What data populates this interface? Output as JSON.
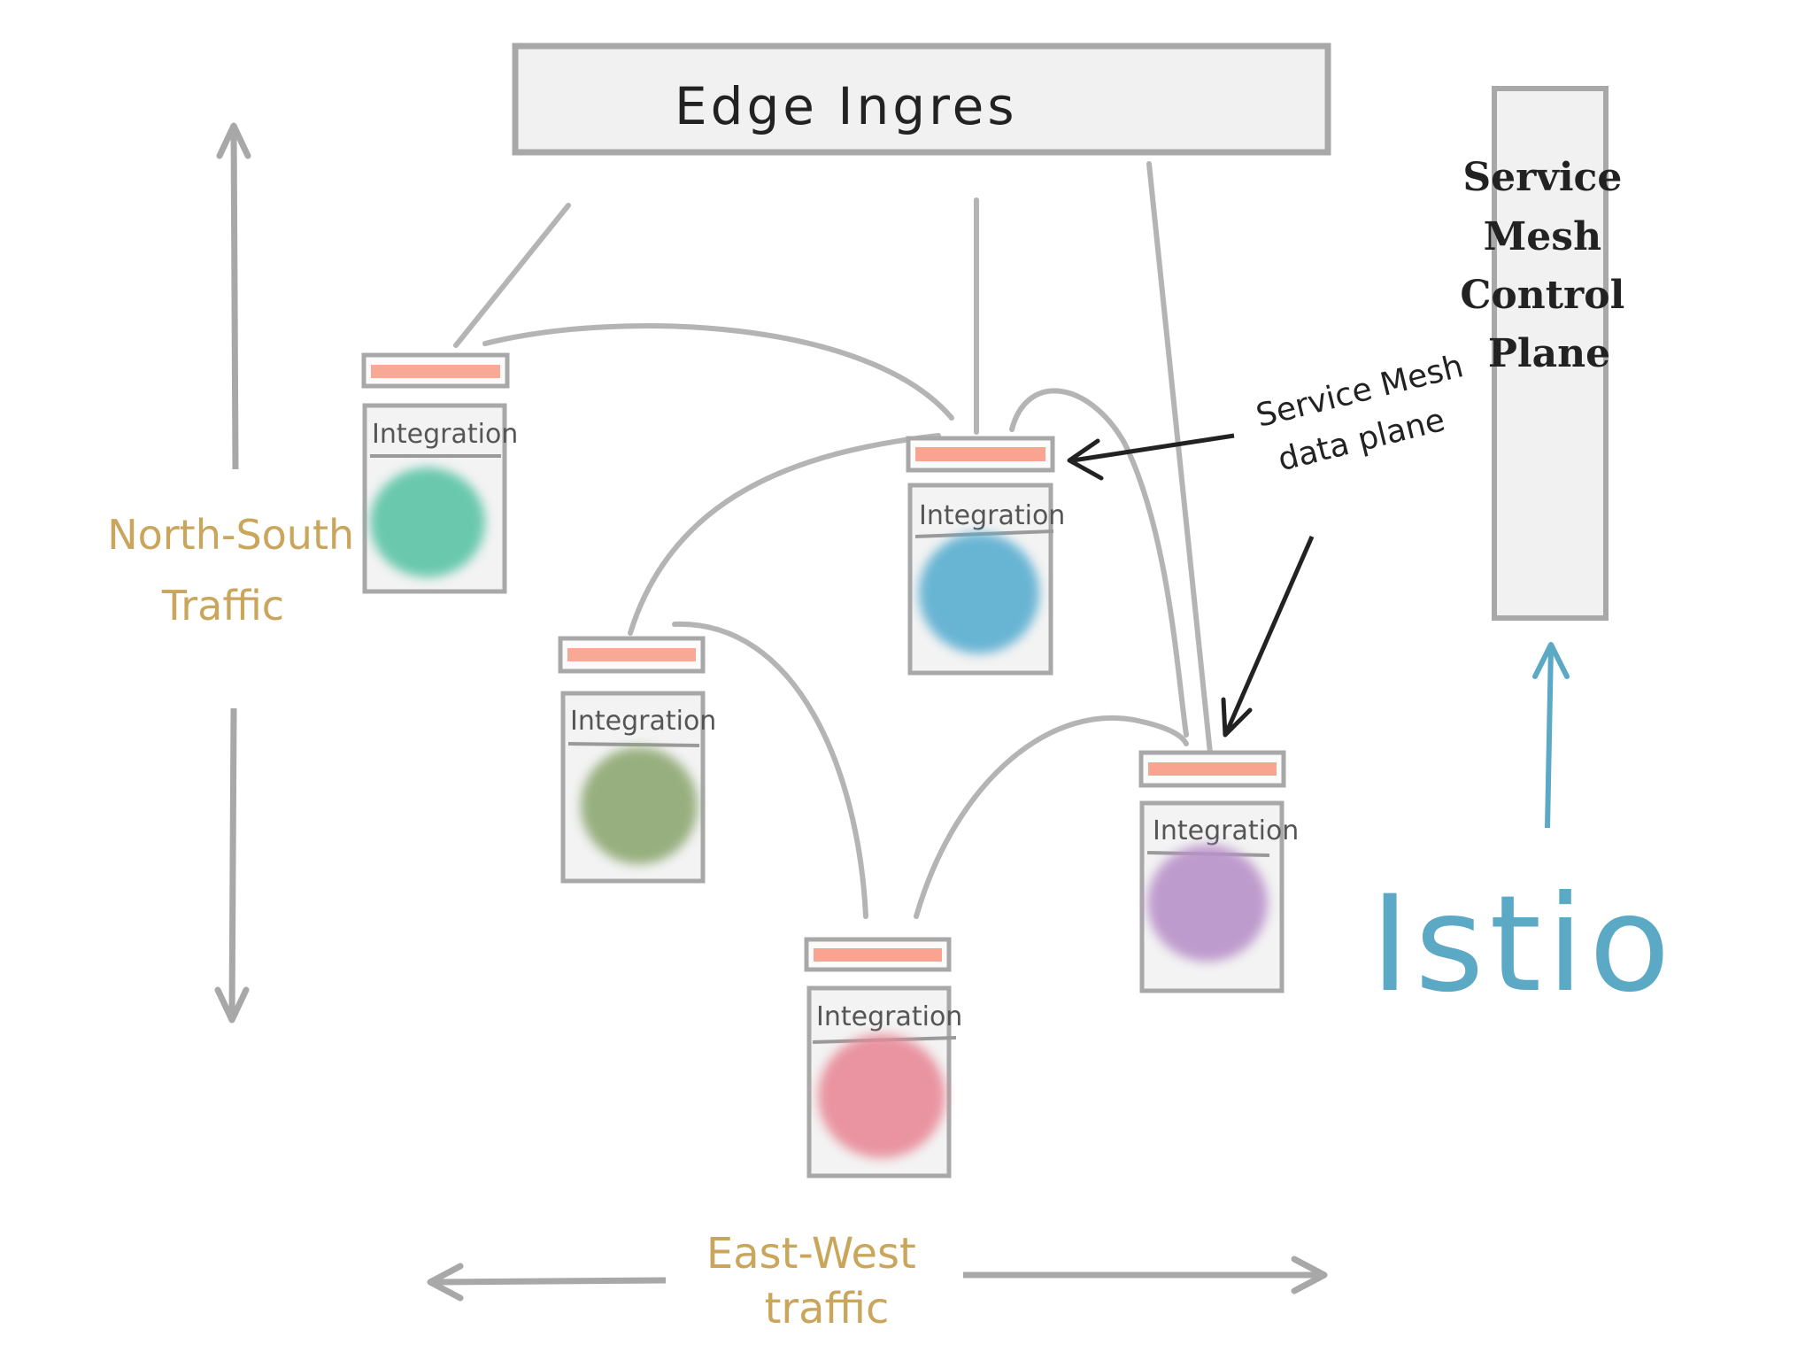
{
  "edge_ingress": {
    "label": "Edge Ingres"
  },
  "control_plane": {
    "line1": "Service",
    "line2": "Mesh",
    "line3": "Control",
    "line4": "Plane"
  },
  "data_plane_note": {
    "line1": "Service Mesh",
    "line2": "data plane"
  },
  "north_south": {
    "line1": "North-South",
    "line2": "Traffic"
  },
  "east_west": {
    "line1": "East-West",
    "line2": "traffic"
  },
  "istio": {
    "label": "Istio"
  },
  "pods": [
    {
      "label": "Integration",
      "color": "#5cc4a6"
    },
    {
      "label": "Integration",
      "color": "#5aaed0"
    },
    {
      "label": "Integration",
      "color": "#8ea872"
    },
    {
      "label": "Integration",
      "color": "#b992c9"
    },
    {
      "label": "Integration",
      "color": "#e88a98"
    }
  ],
  "colors": {
    "sidecar": "#f79a84",
    "outline": "#a8a8a8",
    "connector": "#b4b4b4",
    "traffic_text": "#c9a65c",
    "istio_text": "#5ba9c4",
    "box_fill": "#f1f1f1"
  }
}
